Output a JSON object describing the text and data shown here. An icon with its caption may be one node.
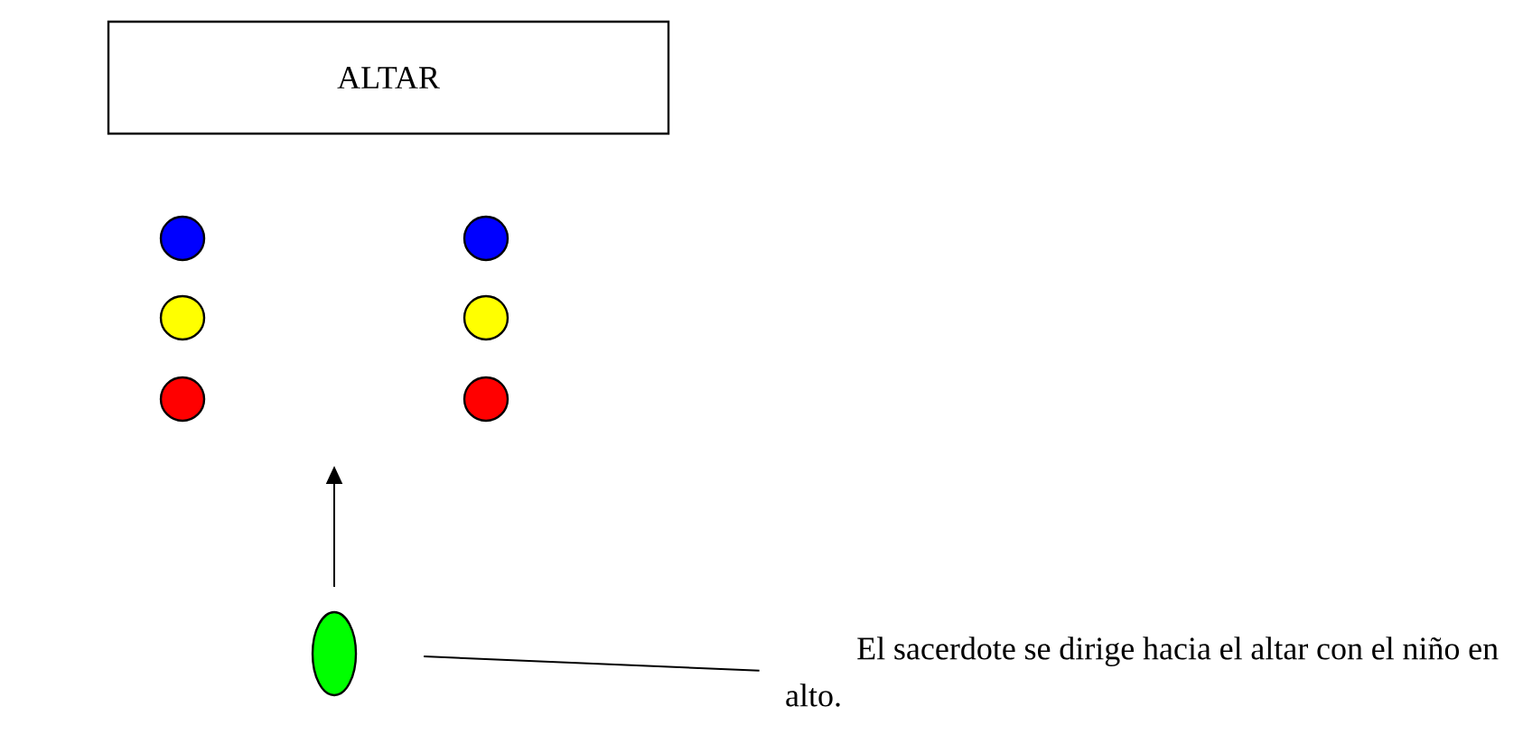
{
  "diagram": {
    "nodes": [
      {
        "text": [
          "ALTAR"
        ]
      },
      {
        "text": [],
        "shape": "circle"
      },
      {
        "text": [],
        "shape": "circle"
      },
      {
        "text": [],
        "shape": "circle"
      },
      {
        "text": [],
        "shape": "circle"
      },
      {
        "text": [],
        "shape": "circle"
      },
      {
        "text": [],
        "shape": "circle"
      },
      {
        "text": [],
        "shape": "ellipse"
      },
      {
        "text": [
          "El sacerdote se dirige hacia el altar con el niño en alto."
        ]
      }
    ],
    "edges": [
      {
        "from": 8,
        "to": 7,
        "arrow": "none"
      }
    ]
  }
}
